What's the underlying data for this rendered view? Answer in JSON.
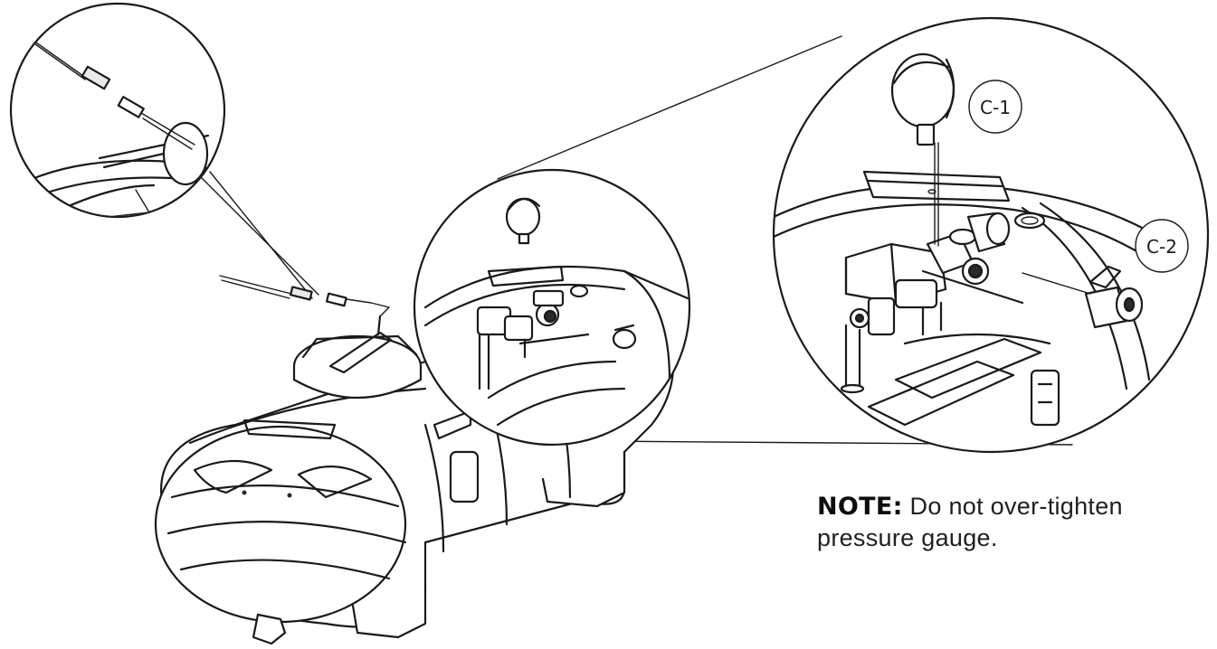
{
  "callouts": {
    "c1": "C-1",
    "c2": "C-2"
  },
  "note": {
    "label": "NOTE:",
    "line1": "Do not over-tighten",
    "line2": "pressure gauge."
  },
  "colors": {
    "line": "#1a1a1a",
    "background": "#ffffff"
  }
}
